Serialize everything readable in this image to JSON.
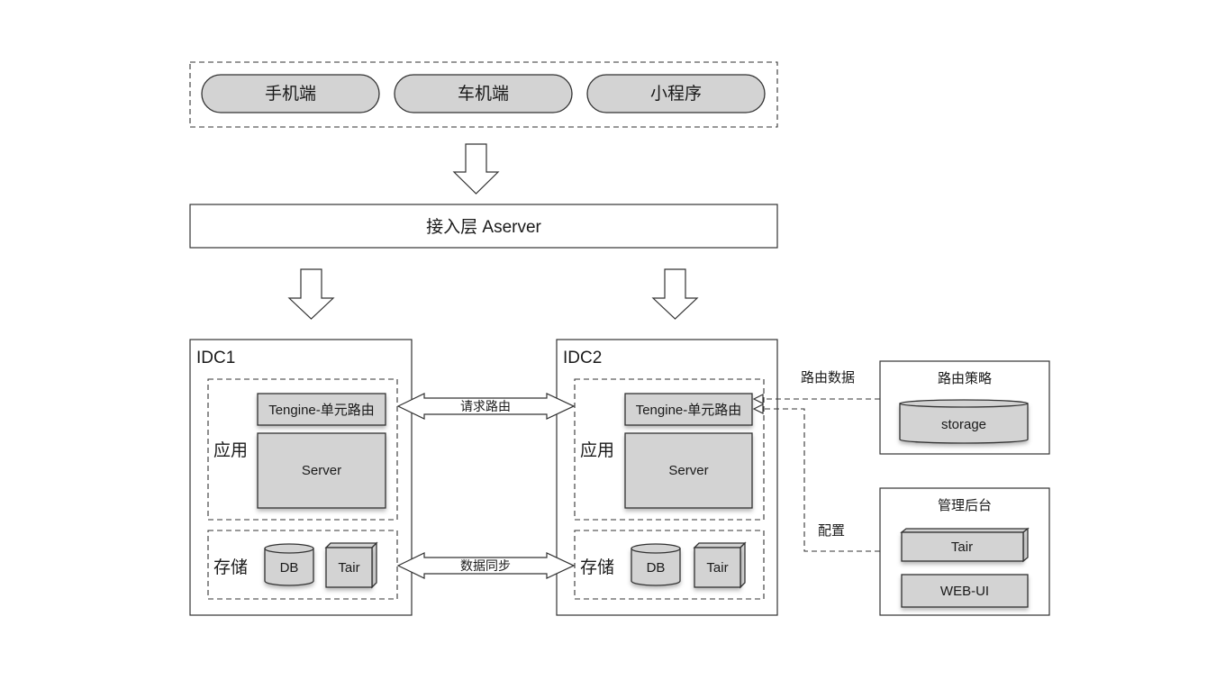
{
  "clients": {
    "items": [
      {
        "label": "手机端"
      },
      {
        "label": "车机端"
      },
      {
        "label": "小程序"
      }
    ]
  },
  "access_layer": {
    "label": "接入层 Aserver"
  },
  "idcs": [
    {
      "title": "IDC1",
      "app_label": "应用",
      "router_label": "Tengine-单元路由",
      "server_label": "Server",
      "storage_label": "存储",
      "db_label": "DB",
      "tair_label": "Tair"
    },
    {
      "title": "IDC2",
      "app_label": "应用",
      "router_label": "Tengine-单元路由",
      "server_label": "Server",
      "storage_label": "存储",
      "db_label": "DB",
      "tair_label": "Tair"
    }
  ],
  "links": {
    "request_routing": "请求路由",
    "data_sync": "数据同步",
    "routing_data": "路由数据",
    "config": "配置"
  },
  "routing_policy": {
    "title": "路由策略",
    "storage_label": "storage"
  },
  "admin": {
    "title": "管理后台",
    "tair_label": "Tair",
    "webui_label": "WEB-UI"
  }
}
